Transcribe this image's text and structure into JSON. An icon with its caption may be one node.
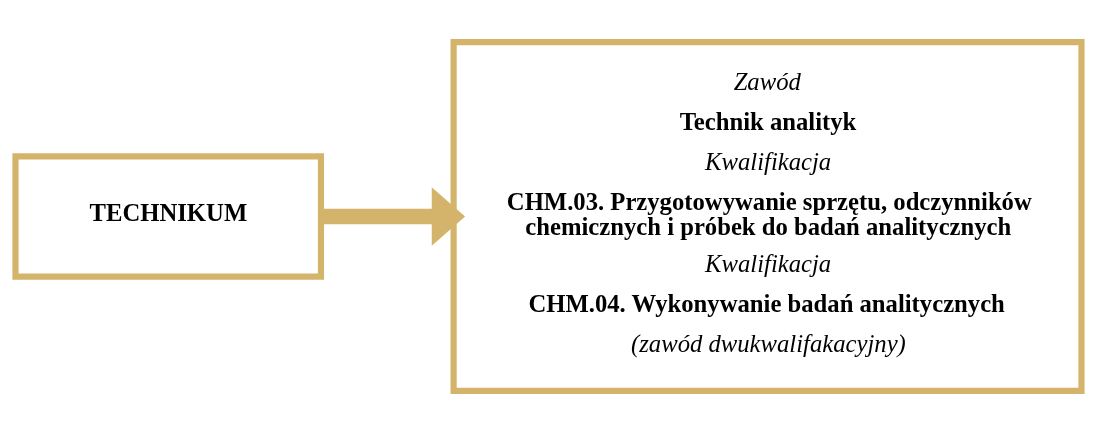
{
  "diagram": {
    "nodes": [
      {
        "text": [
          "TECHNIKUM"
        ]
      },
      {
        "text": [
          "Zawód",
          "Technik analityk",
          "Kwalifikacja",
          "CHM.03. Przygotowywanie sprzętu, odczynników chemicznych i próbek do badań analitycznych",
          "Kwalifikacja",
          "CHM.04. Wykonywanie badań analitycznych",
          "(zawód dwukwalifakacyjny)"
        ]
      }
    ],
    "edges": [
      {
        "from": 0,
        "to": 1,
        "arrow": "to"
      }
    ]
  }
}
